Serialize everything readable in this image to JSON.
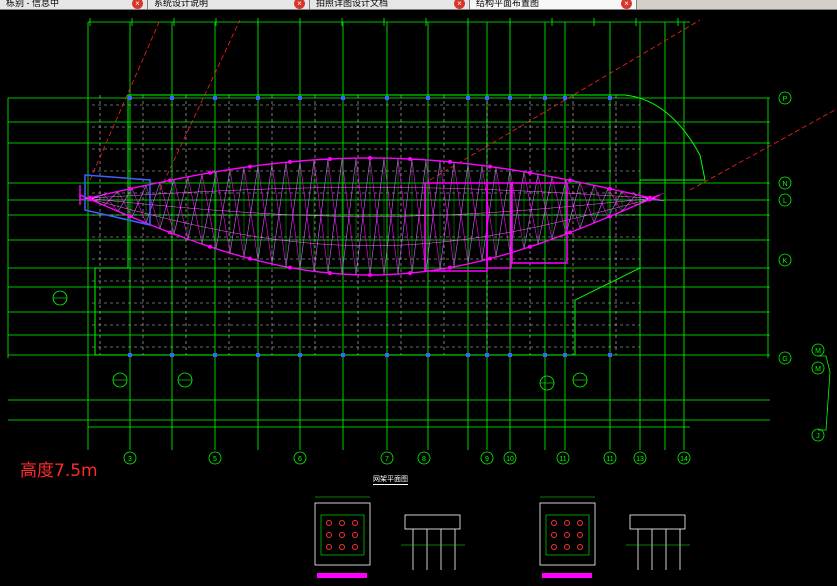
{
  "tabs": [
    {
      "label": "栋别 - 信息中",
      "close": "×"
    },
    {
      "label": "系统设计说明",
      "close": "×"
    },
    {
      "label": "拍照详图设计文档",
      "close": "×"
    },
    {
      "label": "结构平面布置图",
      "close": "×"
    }
  ],
  "annotation": {
    "height_text": "高度7.5m",
    "plan_title": "网架平面图"
  },
  "axis_bubbles_top": [
    "3",
    "5",
    "6",
    "7",
    "8",
    "9",
    "10",
    "11",
    "11",
    "13",
    "14"
  ],
  "axis_bubbles_right": [
    "P",
    "N",
    "L",
    "K",
    "G"
  ],
  "axis_bubbles_far_right": [
    "M",
    "M",
    "J"
  ],
  "colors": {
    "grid": "#00ff00",
    "truss": "#ff00ff",
    "dashed": "#ffffff",
    "accent": "#ff3030",
    "blue": "#4060ff"
  }
}
